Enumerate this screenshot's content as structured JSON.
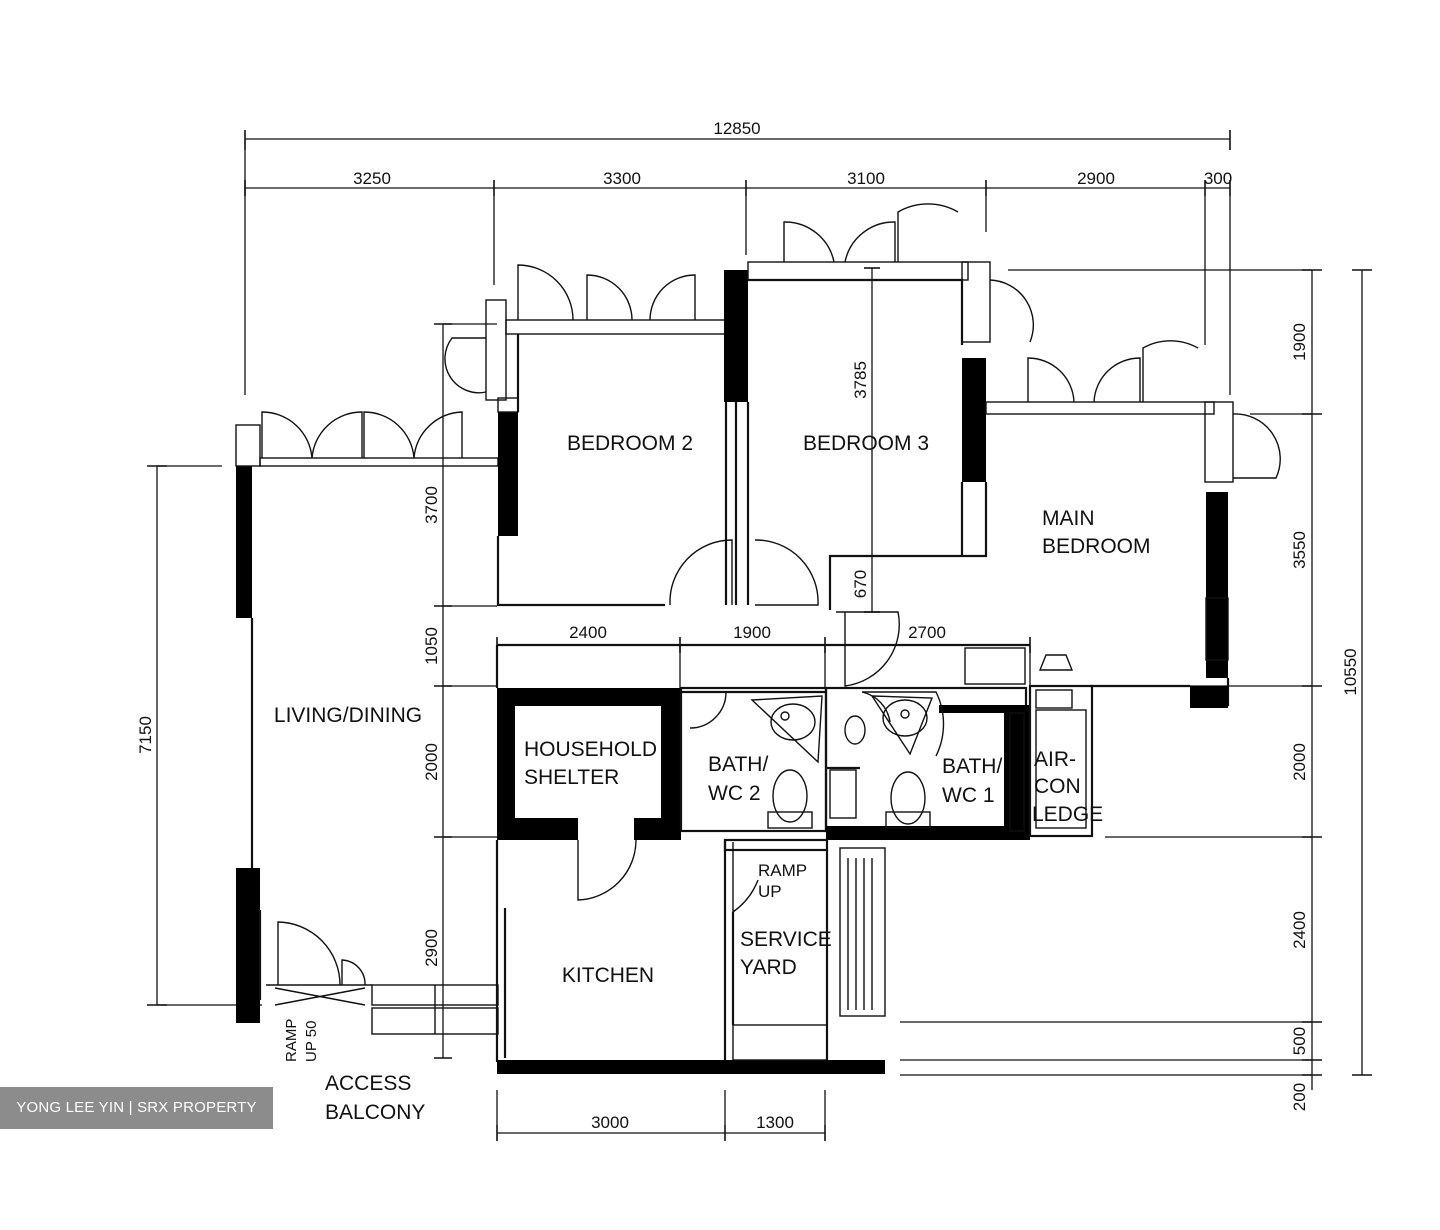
{
  "rooms": {
    "bedroom2": "BEDROOM 2",
    "bedroom3": "BEDROOM 3",
    "main_bedroom_line1": "MAIN",
    "main_bedroom_line2": "BEDROOM",
    "living_dining": "LIVING/DINING",
    "household_shelter_line1": "HOUSEHOLD",
    "household_shelter_line2": "SHELTER",
    "bath_wc2_line1": "BATH/",
    "bath_wc2_line2": "WC 2",
    "bath_wc1_line1": "BATH/",
    "bath_wc1_line2": "WC 1",
    "aircon_line1": "AIR-",
    "aircon_line2": "CON",
    "aircon_line3": "LEDGE",
    "kitchen": "KITCHEN",
    "service_yard_line1": "SERVICE",
    "service_yard_line2": "YARD",
    "ramp_up_line1": "RAMP",
    "ramp_up_line2": "UP",
    "ramp_up50_line1": "RAMP",
    "ramp_up50_line2": "UP 50",
    "access_balcony_line1": "ACCESS",
    "access_balcony_line2": "BALCONY"
  },
  "dimensions": {
    "overall_width": "12850",
    "top": [
      "3250",
      "3300",
      "3100",
      "2900",
      "300"
    ],
    "middle": [
      "2400",
      "1900",
      "2700"
    ],
    "bottom": [
      "3000",
      "1300"
    ],
    "right": [
      "1900",
      "3550",
      "2000",
      "2400",
      "500",
      "200"
    ],
    "right_total": "10550",
    "left_total": "7150",
    "inner_left": [
      "3700",
      "1050",
      "2000",
      "2900"
    ],
    "bedroom3_height": "3785",
    "door_gap": "670"
  },
  "watermark": "YONG LEE YIN | SRX PROPERTY"
}
